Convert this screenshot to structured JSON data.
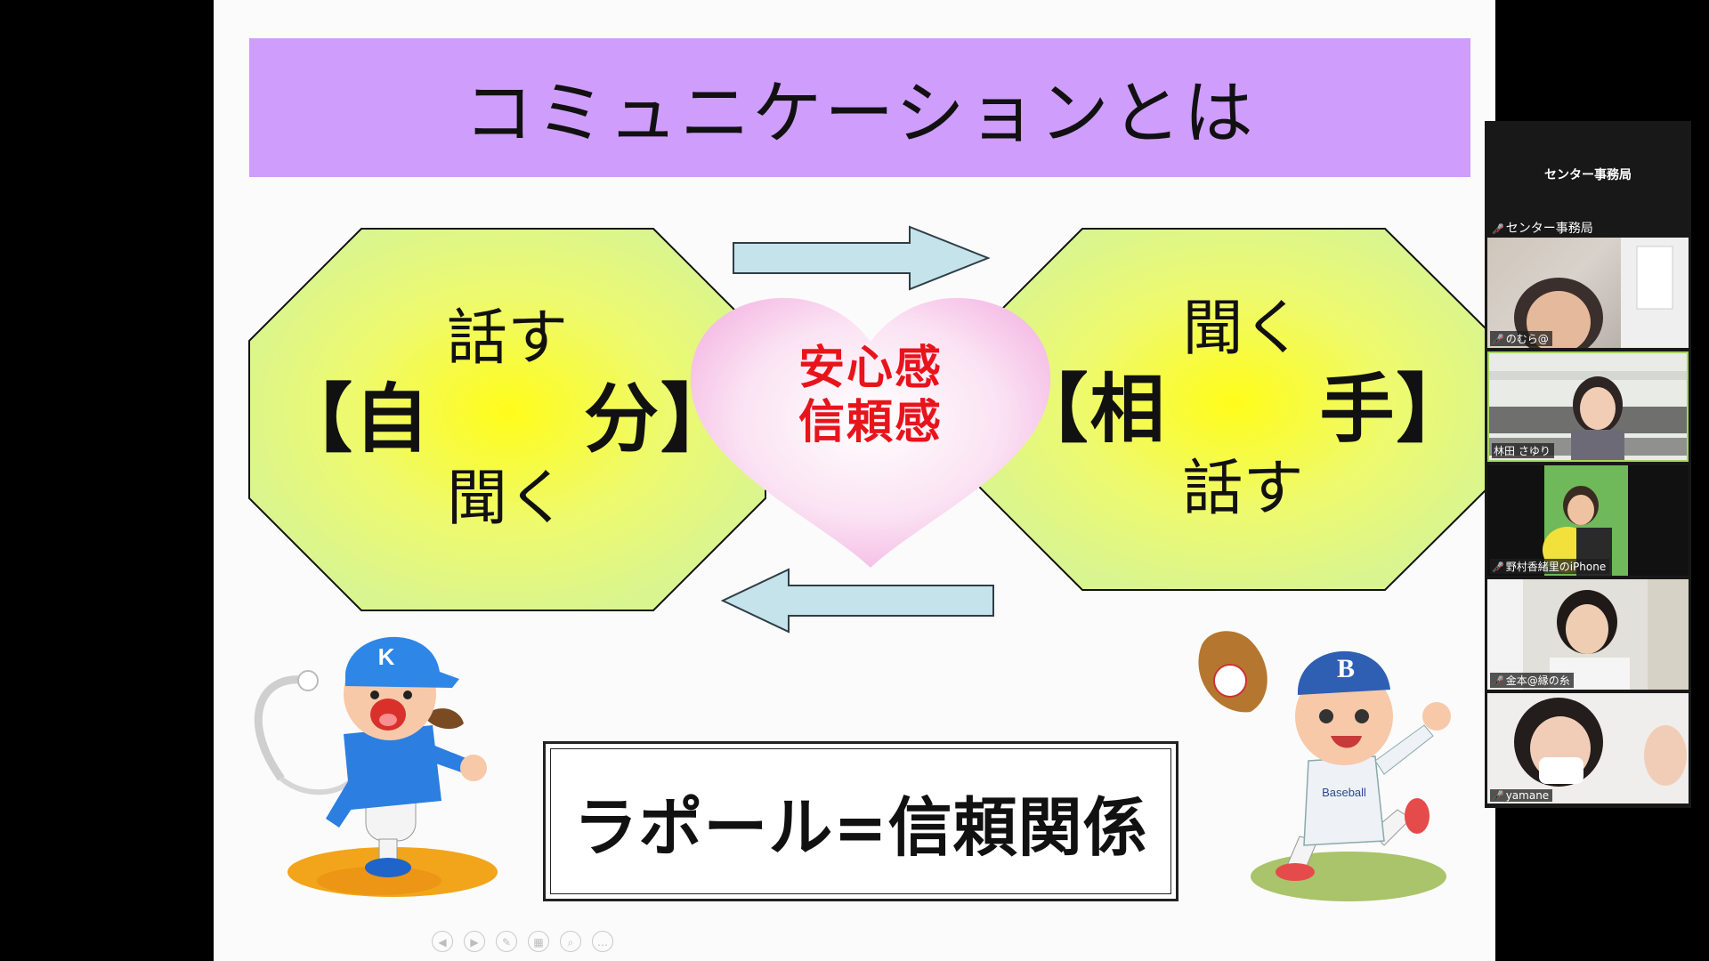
{
  "slide": {
    "title": "コミュニケーションとは",
    "self": {
      "verb_top": "話す",
      "who": "【自　　分】",
      "verb_bottom": "聞く"
    },
    "other": {
      "verb_top": "聞く",
      "who": "【相　　手】",
      "verb_bottom": "話す"
    },
    "heart": {
      "line1": "安心感",
      "line2": "信頼感"
    },
    "rapport": "ラポール=信頼関係",
    "pitcher_cap_letter": "K",
    "catcher_cap_letter": "B",
    "catcher_jersey_text": "Baseball",
    "controls": [
      "prev-icon",
      "next-icon",
      "pen-icon",
      "slides-icon",
      "zoom-icon",
      "more-icon"
    ]
  },
  "sidebar": {
    "header": "センター事務局",
    "self_label": "センター事務局",
    "participants": [
      {
        "name": "のむら@"
      },
      {
        "name": "林田 さゆり"
      },
      {
        "name": "野村香緒里のiPhone"
      },
      {
        "name": "金本@縁の糸"
      },
      {
        "name": "yamane"
      }
    ]
  },
  "colors": {
    "title_band": "#cf9dfb",
    "heart_text": "#e8141c",
    "octagon_fill": "#d9f590",
    "octagon_center": "#fffc1a",
    "sidebar_bg": "#181818"
  }
}
